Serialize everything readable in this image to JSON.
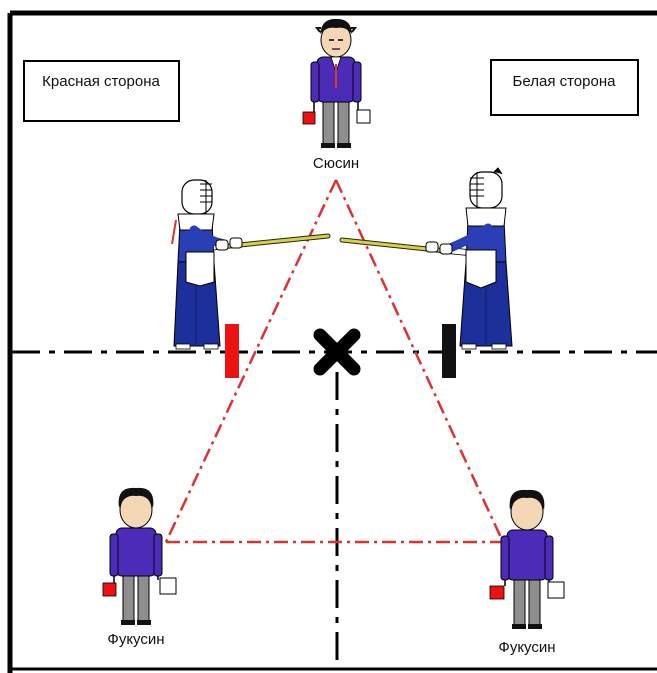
{
  "labels": {
    "red_side": "Красная сторона",
    "white_side": "Белая сторона",
    "shushin": "Сюсин",
    "fukushin_left": "Фукусин",
    "fukushin_right": "Фукусин"
  },
  "colors": {
    "border": "#000000",
    "triangle": "#e03030",
    "red_mark": "#ee1111",
    "black_mark": "#111111",
    "judge_jacket": "#4b2bb8",
    "fighter_hakama": "#1c2f9a",
    "fighter_keikogi": "#2a3fb5",
    "shinai": "#d8d23a",
    "red_flag": "#ee1111",
    "white_flag": "#ffffff"
  },
  "icons": {
    "center_mark": "x-mark-icon",
    "red_start_line": "red-start-line",
    "white_start_line": "white-start-line"
  }
}
